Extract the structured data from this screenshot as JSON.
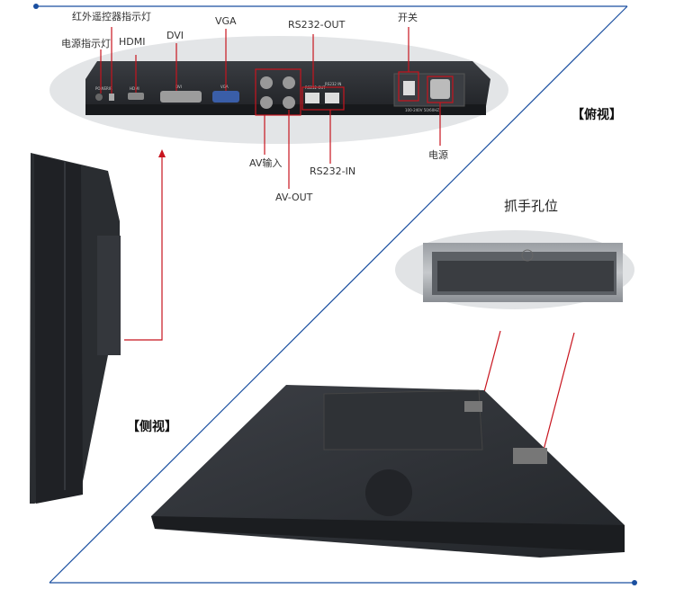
{
  "labels": {
    "ir_indicator": "红外遥控器指示灯",
    "power_indicator": "电源指示灯",
    "hdmi": "HDMI",
    "dvi": "DVI",
    "vga": "VGA",
    "rs232_out": "RS232-OUT",
    "switch": "开关",
    "av_in": "AV输入",
    "av_out": "AV-OUT",
    "rs232_in": "RS232-IN",
    "power": "电源"
  },
  "views": {
    "top_view": "【俯视】",
    "side_view": "【侧视】",
    "handle_hole": "抓手孔位"
  },
  "panel_print": {
    "power_led": "POWER",
    "ir": "IR",
    "hdmi": "HDMI",
    "dvi": "DVI",
    "vga": "VGA",
    "rs232out": "RS232 OUT",
    "rs232in": "RS232 IN",
    "voltage": "100-240V 50/60HZ"
  },
  "colors": {
    "frame_line": "#1a4fa0",
    "pointer_red": "#c8141e",
    "device_body": "#2b2e33"
  }
}
